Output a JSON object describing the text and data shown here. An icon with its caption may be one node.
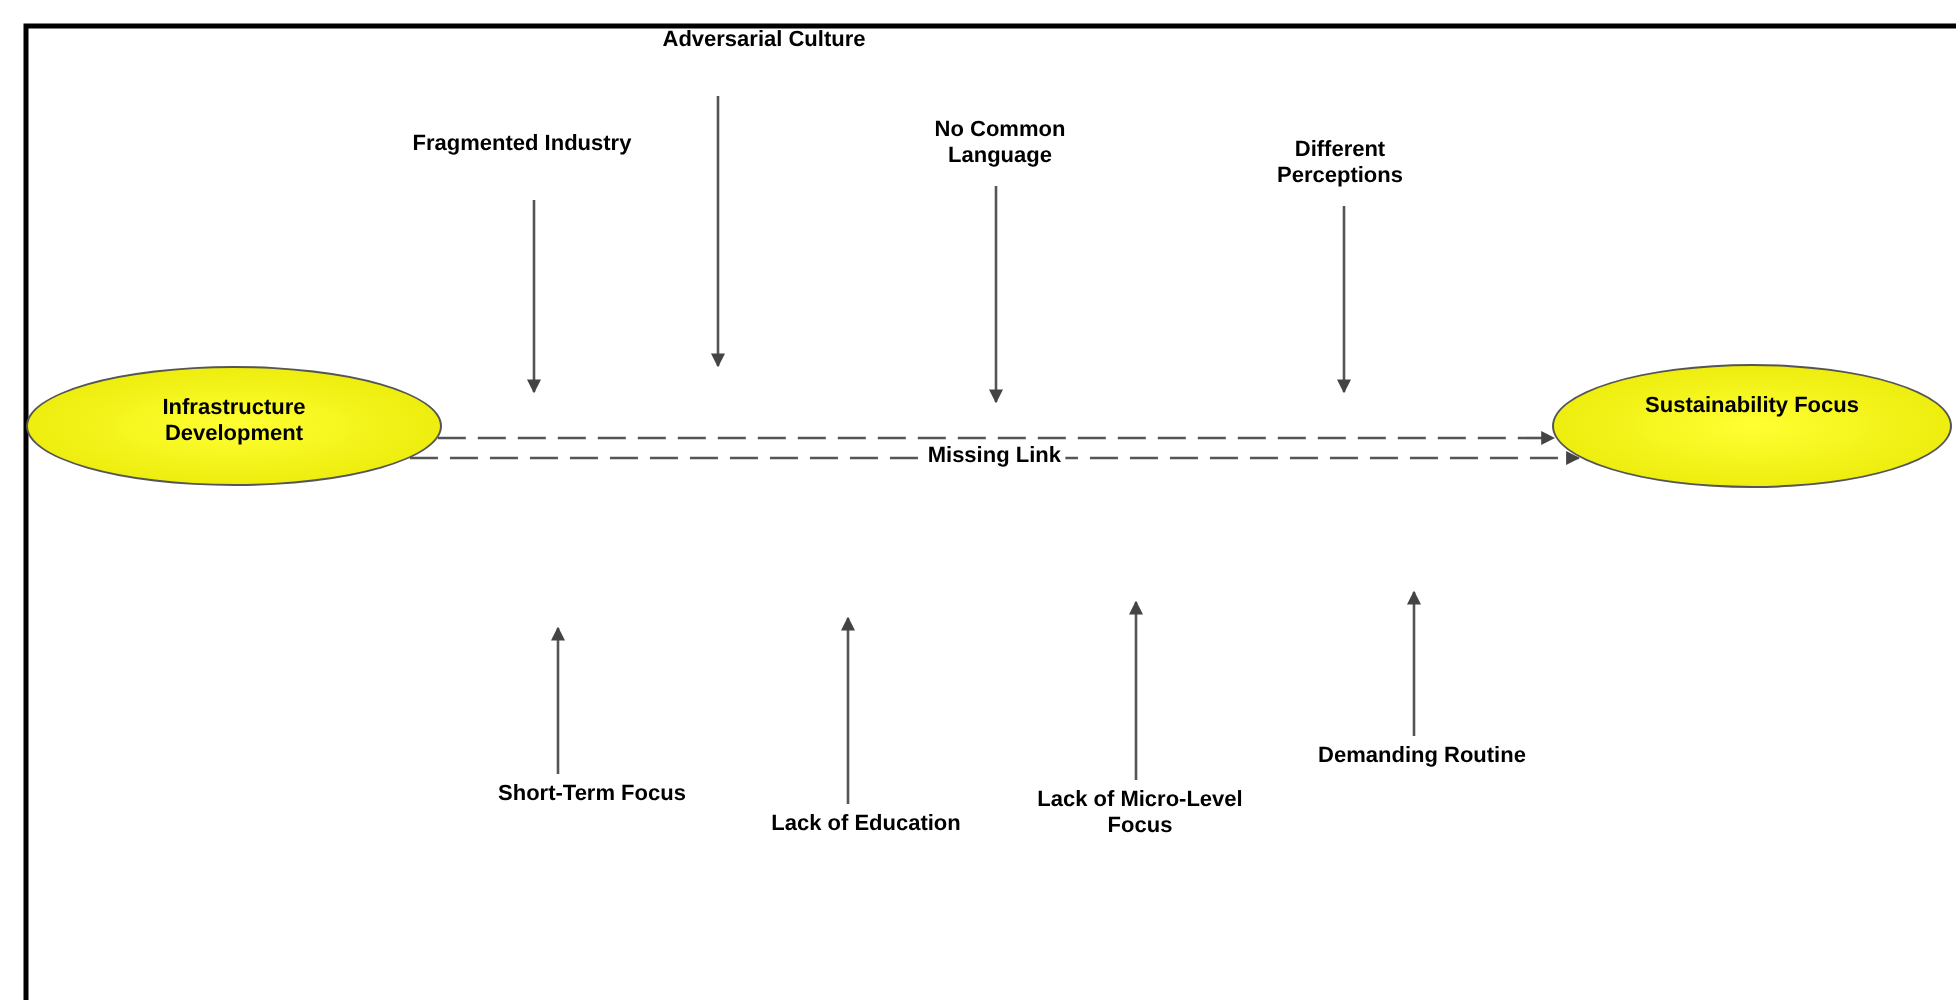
{
  "diagram": {
    "nodes": [
      {
        "text": [
          "Infrastructure Development"
        ]
      },
      {
        "text": [
          "Sustainability Focus"
        ]
      },
      {
        "text": [
          "Fragmented Industry"
        ]
      },
      {
        "text": [
          "Adversarial Culture"
        ]
      },
      {
        "text": [
          "No Common Language"
        ]
      },
      {
        "text": [
          "Different Perceptions"
        ]
      },
      {
        "text": [
          "Short-Term Focus"
        ]
      },
      {
        "text": [
          "Lack of Education"
        ]
      },
      {
        "text": [
          "Lack of Micro-Level Focus"
        ]
      },
      {
        "text": [
          "Demanding Routine"
        ]
      }
    ],
    "edges": [
      {
        "from": 0,
        "to": 1,
        "arrow": "to",
        "style": "dashed"
      },
      {
        "from": 0,
        "to": 1,
        "arrow": "to",
        "style": "dashed",
        "label": "Missing Link"
      },
      {
        "from": 2,
        "to": null,
        "arrow": "to"
      },
      {
        "from": 3,
        "to": null,
        "arrow": "to"
      },
      {
        "from": 4,
        "to": null,
        "arrow": "to"
      },
      {
        "from": 5,
        "to": null,
        "arrow": "to"
      },
      {
        "from": 6,
        "to": null,
        "arrow": "to"
      },
      {
        "from": 7,
        "to": null,
        "arrow": "to"
      },
      {
        "from": 8,
        "to": null,
        "arrow": "to"
      },
      {
        "from": 9,
        "to": null,
        "arrow": "to"
      }
    ]
  }
}
